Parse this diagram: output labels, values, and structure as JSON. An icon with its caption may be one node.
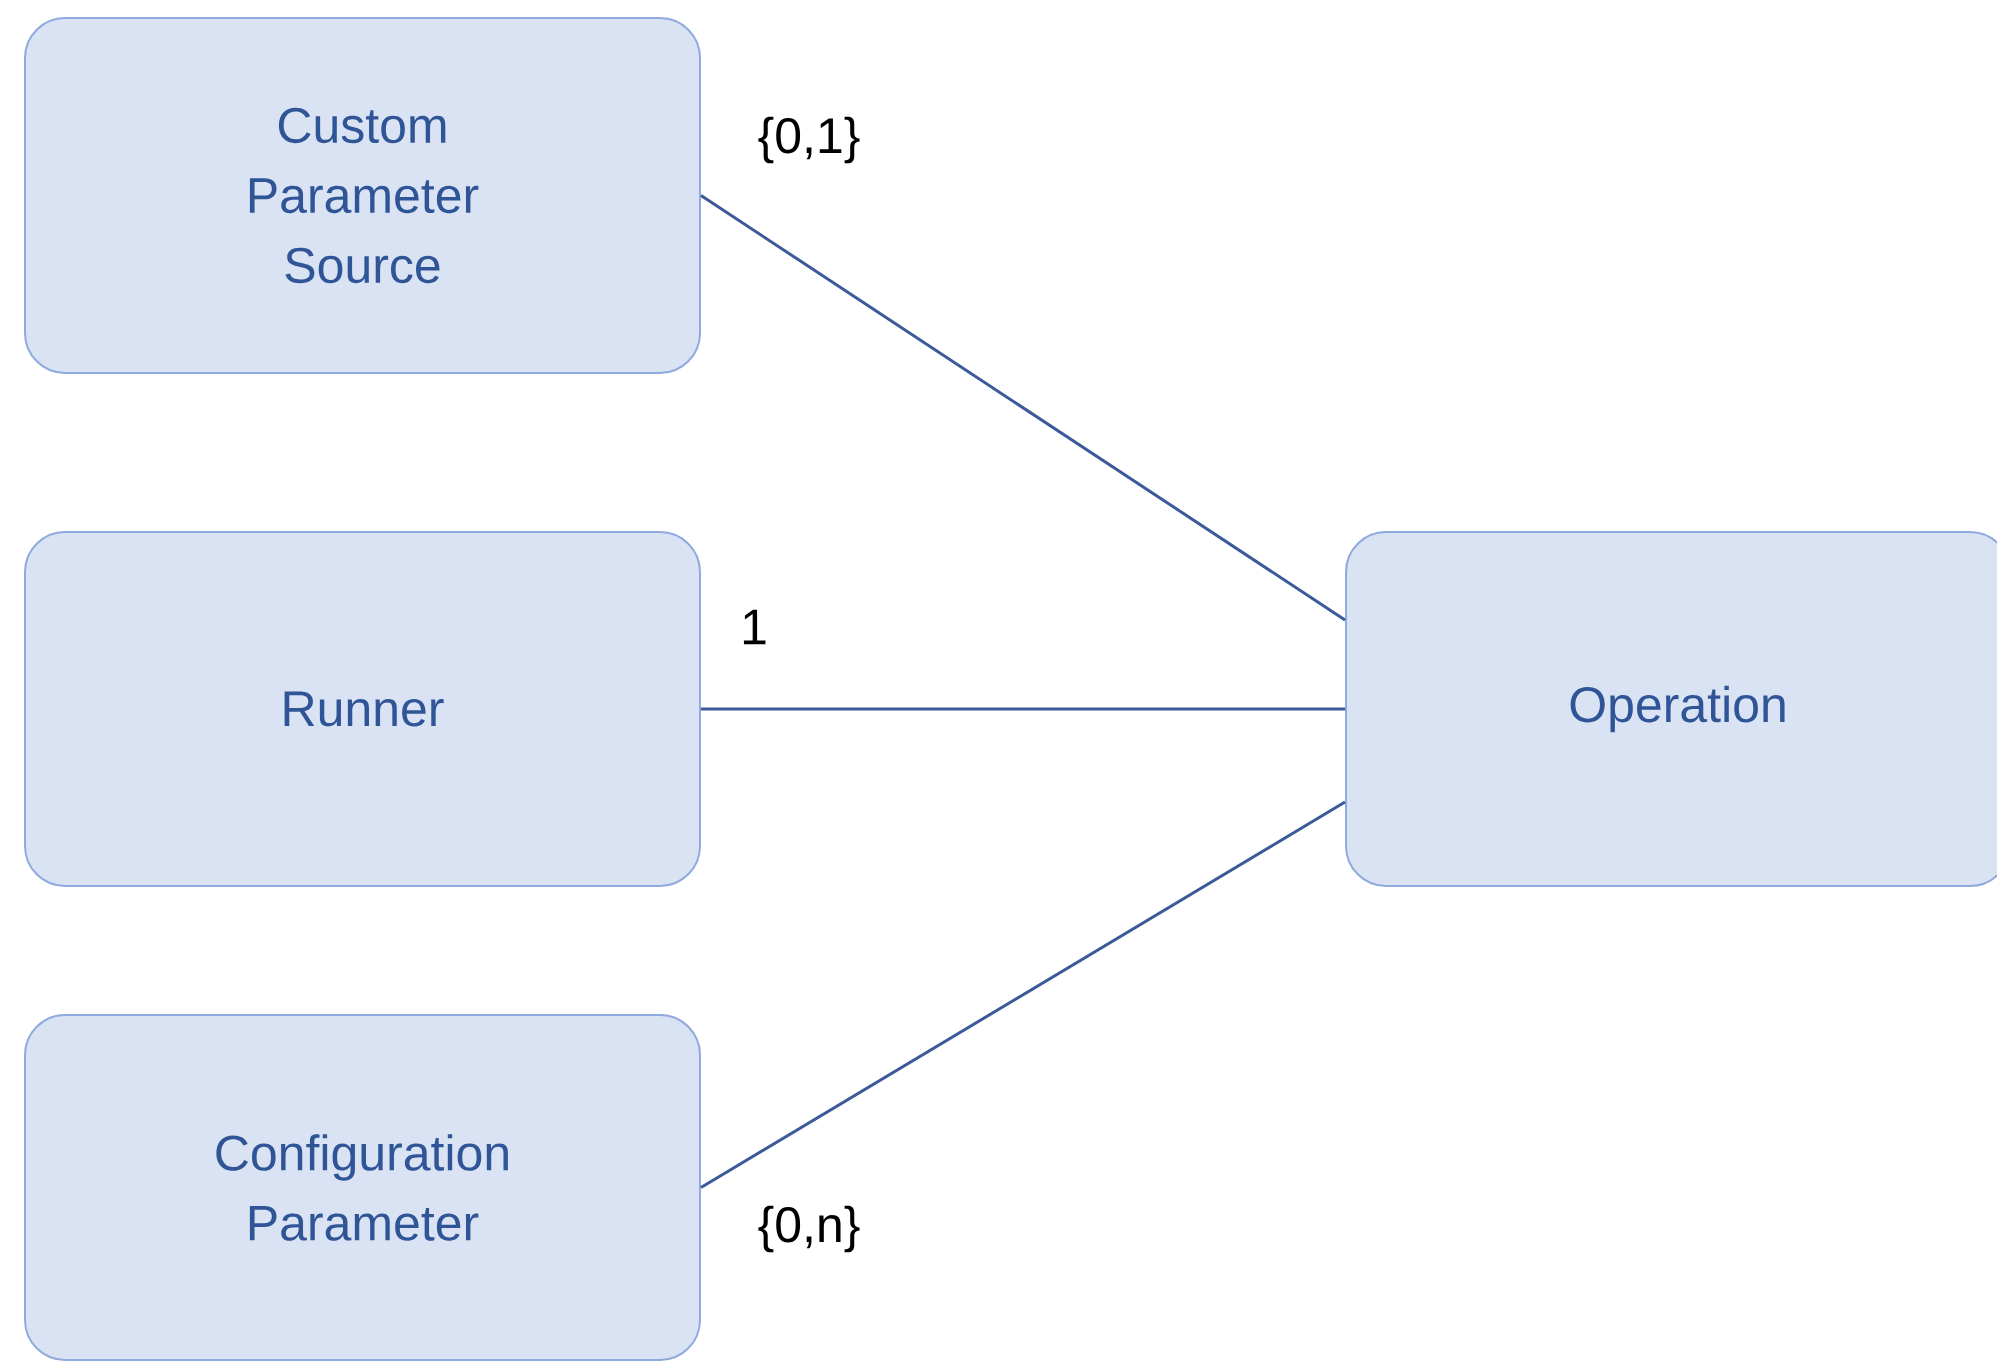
{
  "diagram": {
    "nodes": [
      {
        "text": [
          "Custom Parameter Source"
        ]
      },
      {
        "text": [
          "Runner"
        ]
      },
      {
        "text": [
          "Configuration Parameter"
        ]
      },
      {
        "text": [
          "Operation"
        ]
      }
    ],
    "edges": [
      {
        "from": 0,
        "to": 3,
        "arrow": "none",
        "label": "{0,1}"
      },
      {
        "from": 1,
        "to": 3,
        "arrow": "none",
        "label": "1"
      },
      {
        "from": 2,
        "to": 3,
        "arrow": "none",
        "label": "{0,n}"
      }
    ]
  }
}
